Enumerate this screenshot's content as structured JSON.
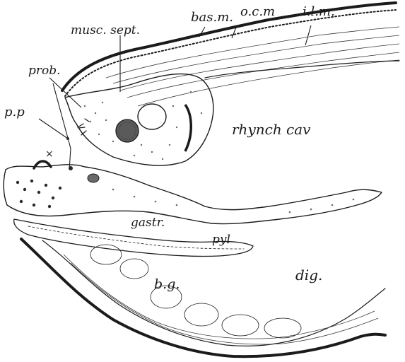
{
  "labels": {
    "bas_m": "bas.m.",
    "o_c_m": "o.c.m",
    "i_l_m": "i.l.m.",
    "musc_sept": "musc. sept.",
    "prob": "prob.",
    "p_p": "p.p",
    "rhynch_cav": "rhynch cav",
    "x_mark": "×",
    "gastr": "gastr.",
    "pyl": "pyl",
    "dig": "dig.",
    "b_g": "b.g."
  }
}
